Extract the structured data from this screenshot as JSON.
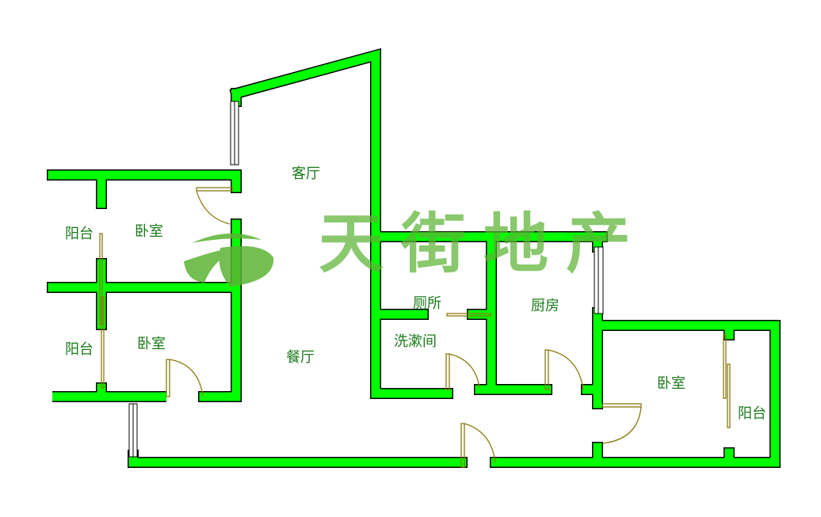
{
  "colors": {
    "wall": "#00ff00",
    "wall_edge": "#000000",
    "door": "#8a7a10",
    "label": "#1a7a1a",
    "watermark": "#5cb335"
  },
  "watermark": {
    "text": "天街地产",
    "logo": "tianjie-logo"
  },
  "rooms": {
    "living_room": "客厅",
    "dining_room": "餐厅",
    "bedroom_upper_left": "卧室",
    "balcony_upper_left": "阳台",
    "bedroom_lower_left": "卧室",
    "balcony_lower_left": "阳台",
    "toilet": "厕所",
    "washroom": "洗漱间",
    "kitchen": "厨房",
    "bedroom_right": "卧室",
    "balcony_right": "阳台"
  }
}
